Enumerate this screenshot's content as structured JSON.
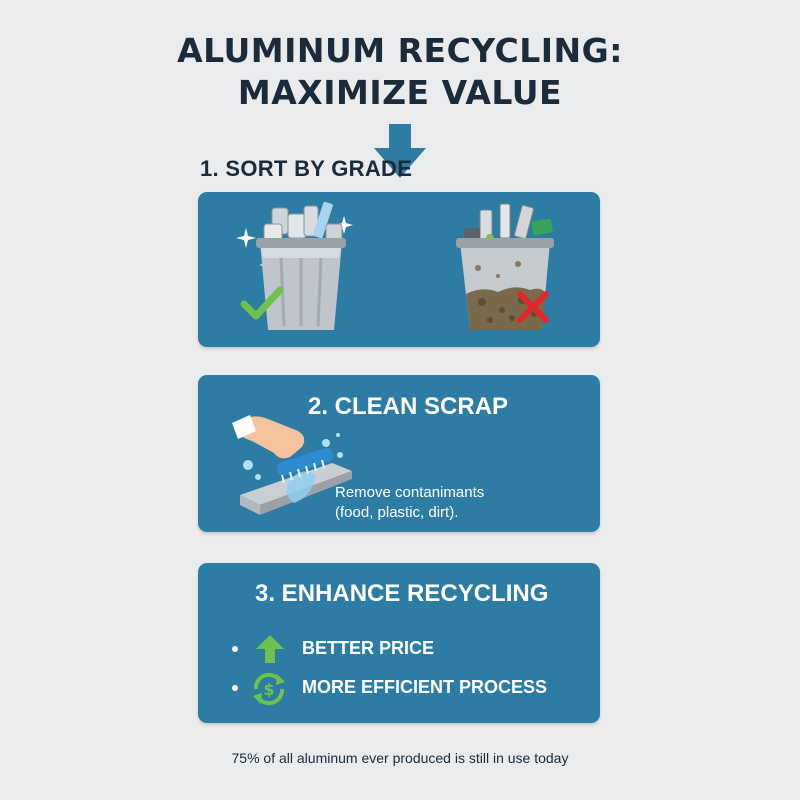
{
  "title": {
    "line1": "ALUMINUM RECYCLING:",
    "line2": "MAXIMIZE VALUE"
  },
  "step1": {
    "label": "1. SORT BY GRADE",
    "clean_bin_icon": "clean-bin-icon",
    "dirty_bin_icon": "dirty-bin-icon",
    "check_icon": "checkmark-icon",
    "cross_icon": "cross-icon"
  },
  "step2": {
    "title": "2. CLEAN SCRAP",
    "description_line1": "Remove contanimants",
    "description_line2": "(food, plastic, dirt).",
    "icon": "scrubbing-hand-icon"
  },
  "step3": {
    "title": "3. ENHANCE RECYCLING",
    "bullets": [
      {
        "text": "BETTER PRICE",
        "icon": "up-arrow-icon"
      },
      {
        "text": "MORE EFFICIENT PROCESS",
        "icon": "dollar-cycle-icon"
      }
    ]
  },
  "footer": "75% of all aluminum ever produced is still in use today",
  "colors": {
    "background": "#e9ebec",
    "card": "#2c7ca3",
    "heading": "#1b2b3a",
    "check_green": "#6cc24a",
    "cross_red": "#e3262b"
  }
}
